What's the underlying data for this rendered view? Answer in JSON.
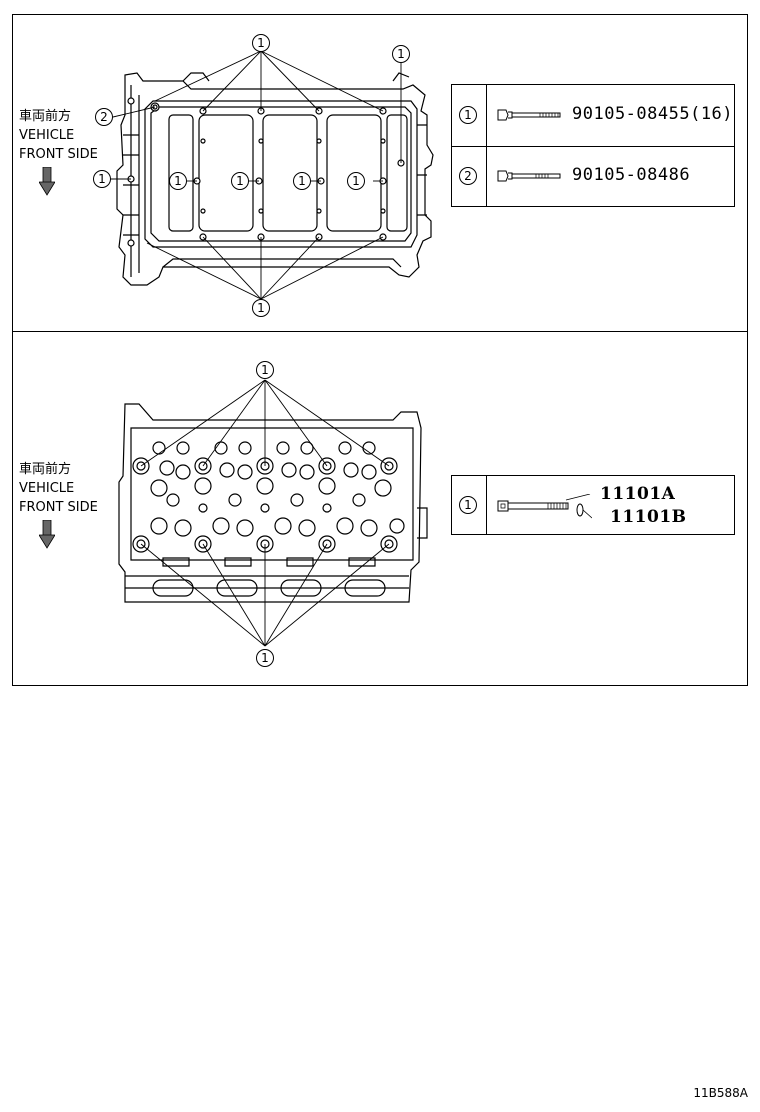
{
  "front_label": {
    "jp": "車両前方",
    "line1": "VEHICLE",
    "line2": "FRONT SIDE"
  },
  "callouts": {
    "one": "1",
    "two": "2"
  },
  "top_legend": {
    "rows": [
      {
        "num": "1",
        "part": "90105-08455(16)"
      },
      {
        "num": "2",
        "part": "90105-08486"
      }
    ]
  },
  "bottom_legend": {
    "num": "1",
    "part_a": "11101A",
    "part_b": "11101B"
  },
  "diagram_code": "11B588A"
}
